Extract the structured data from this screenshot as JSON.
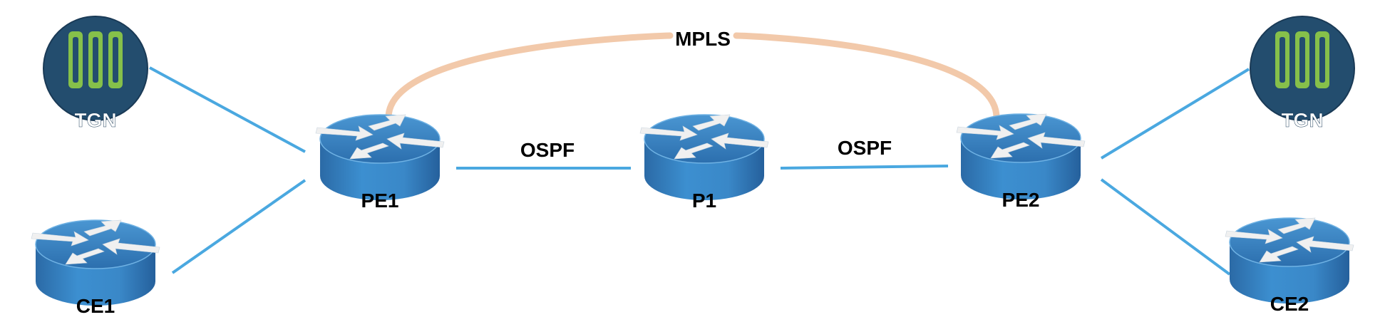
{
  "diagram": {
    "links_protocol": {
      "mpls_label": "MPLS",
      "ospf_left_label": "OSPF",
      "ospf_right_label": "OSPF"
    },
    "nodes": {
      "tgn_left": "TGN",
      "tgn_right": "TGN",
      "pe1": "PE1",
      "p1": "P1",
      "pe2": "PE2",
      "ce1": "CE1",
      "ce2": "CE2"
    },
    "colors": {
      "link": "#4aa8e0",
      "mpls_arc": "#f2c9aa",
      "router_top": "#3b82c2",
      "router_side": "#2f76b7",
      "tgn_circle": "#234d6e",
      "tgn_bars": "#86c04a",
      "label_text": "#000000"
    }
  }
}
